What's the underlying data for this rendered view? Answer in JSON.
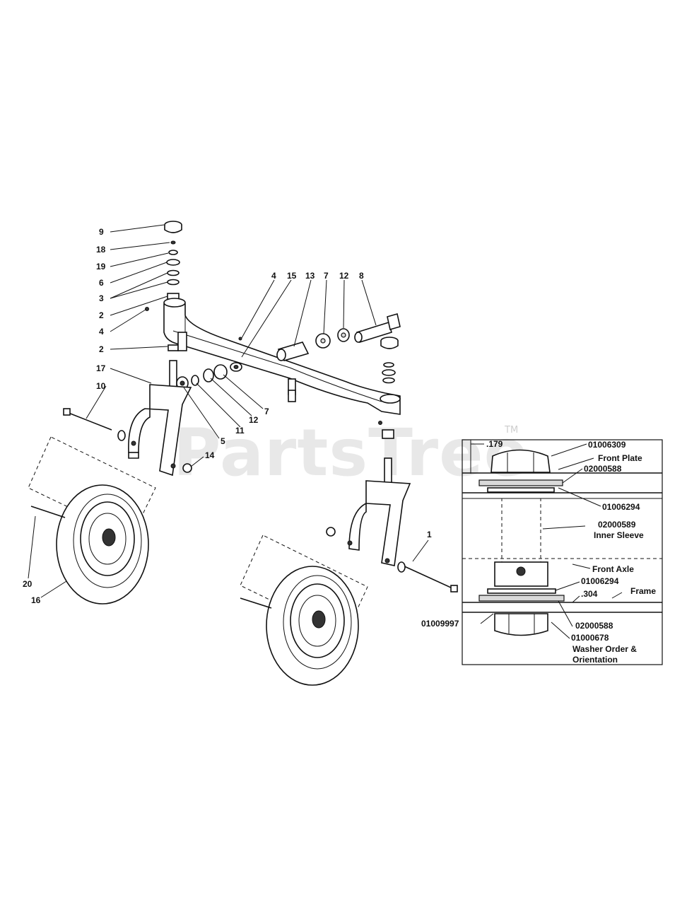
{
  "watermark": {
    "text": "PartsTree",
    "tm": "TM"
  },
  "callouts": {
    "c9": "9",
    "c18": "18",
    "c19": "19",
    "c6": "6",
    "c3": "3",
    "c2a": "2",
    "c4a": "4",
    "c2b": "2",
    "c17": "17",
    "c10": "10",
    "c5": "5",
    "c11": "11",
    "c12a": "12",
    "c7a": "7",
    "c14": "14",
    "c20": "20",
    "c16": "16",
    "c4b": "4",
    "c15": "15",
    "c13": "13",
    "c7b": "7",
    "c12b": "12",
    "c8": "8",
    "c1": "1"
  },
  "inset": {
    "dim_top": ".179",
    "p01006309": "01006309",
    "front_plate": "Front Plate",
    "p02000588_top": "02000588",
    "p01006294_top": "01006294",
    "p02000589": "02000589",
    "inner_sleeve": "Inner Sleeve",
    "front_axle": "Front Axle",
    "p01006294_bot": "01006294",
    "dim_bot": ".304",
    "frame": "Frame",
    "p01009997": "01009997",
    "p02000588_bot": "02000588",
    "p01000678": "01000678",
    "washer_line1": "Washer Order &",
    "washer_line2": "Orientation"
  }
}
